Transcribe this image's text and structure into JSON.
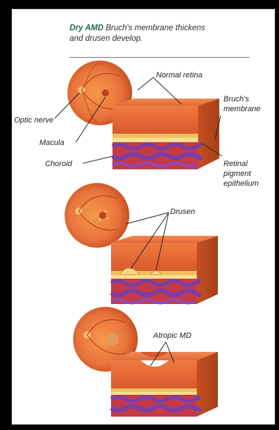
{
  "header": {
    "title_bold": "Dry AMD",
    "title_rest": "Bruch's membrane thickens",
    "title_line2": "and drusen develop."
  },
  "labels": {
    "normal_retina": "Normal retina",
    "bruchs_1": "Bruch's",
    "bruchs_2": "membrane",
    "optic_nerve": "Optic nerve",
    "macula": "Macula",
    "choroid": "Choroid",
    "rpe_1": "Retinal",
    "rpe_2": "pigment",
    "rpe_3": "epithelium",
    "drusen": "Drusen",
    "atropic": "Atropic MD"
  },
  "colors": {
    "retina": "#e8733c",
    "retina_dark": "#c8501f",
    "rpe_band": "#f2d06a",
    "choroid_red": "#d23a3a",
    "choroid_purple": "#7a3ea8",
    "header_green": "#1f6b4b"
  }
}
